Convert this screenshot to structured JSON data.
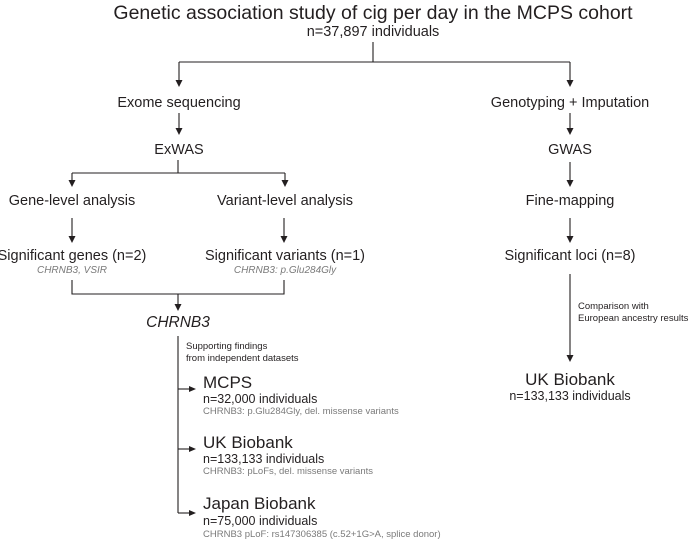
{
  "title": "Genetic association study of cig per day in the MCPS cohort",
  "cohort_size": "n=37,897 individuals",
  "left_branch": {
    "method": "Exome sequencing",
    "analysis": "ExWAS",
    "gene_level": {
      "label": "Gene-level analysis",
      "result": "Significant genes (n=2)",
      "detail": "CHRNB3, VSIR"
    },
    "variant_level": {
      "label": "Variant-level analysis",
      "result": "Significant variants (n=1)",
      "detail": "CHRNB3: p.Glu284Gly"
    },
    "merged_gene": "CHRNB3",
    "support_note_line1": "Supporting findings",
    "support_note_line2": "from independent datasets",
    "datasets": [
      {
        "name": "MCPS",
        "size": "n=32,000 individuals",
        "detail": "CHRNB3: p.Glu284Gly, del. missense variants"
      },
      {
        "name": "UK Biobank",
        "size": "n=133,133 individuals",
        "detail": "CHRNB3: pLoFs, del. missense variants"
      },
      {
        "name": "Japan Biobank",
        "size": "n=75,000 individuals",
        "detail": "CHRNB3 pLoF: rs147306385 (c.52+1G>A, splice donor)"
      }
    ]
  },
  "right_branch": {
    "method": "Genotyping + Imputation",
    "analysis": "GWAS",
    "fine_mapping": "Fine-mapping",
    "result": "Significant loci (n=8)",
    "comparison_note_line1": "Comparison with",
    "comparison_note_line2": "European ancestry results",
    "replication": {
      "name": "UK Biobank",
      "size": "n=133,133 individuals"
    }
  }
}
